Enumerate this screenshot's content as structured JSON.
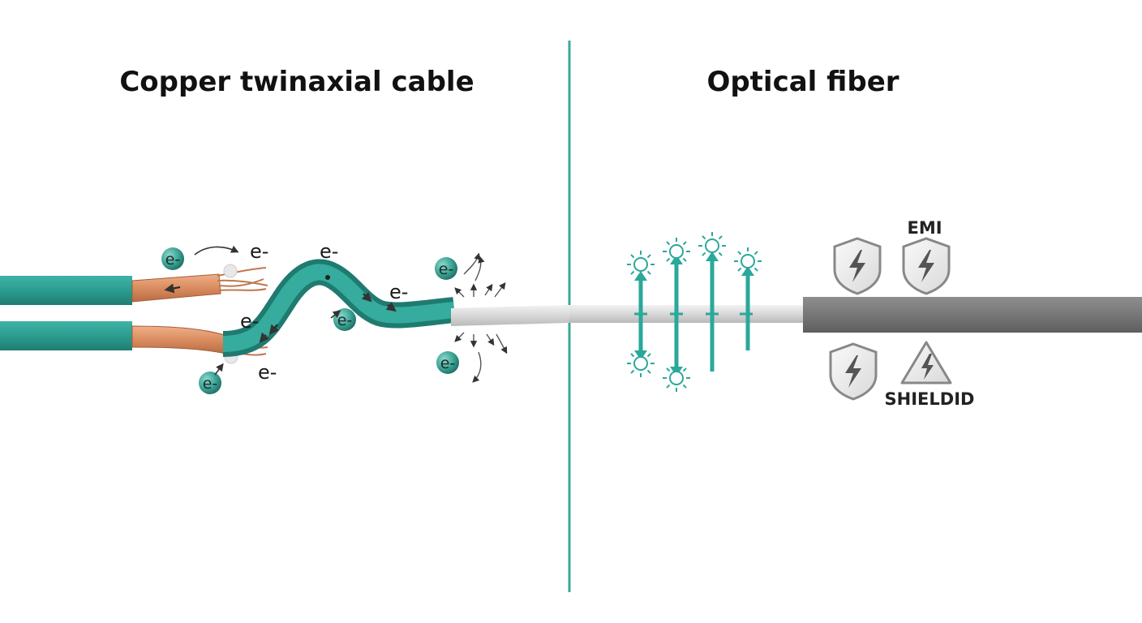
{
  "titles": {
    "left": "Copper twinaxial cable",
    "right": "Optical fiber"
  },
  "electron": {
    "ball_text": "e-",
    "free_text": "e-"
  },
  "labels": {
    "emi": "EMI",
    "shield": "SHIELDID"
  },
  "colors": {
    "teal": "#2a9d8f",
    "teal_dark": "#1f7a70",
    "copper": "#d98c5f",
    "divider": "#3aa89a",
    "fiber": "#d8d8d8",
    "jacket": "#777777",
    "shield": "#888888",
    "shield_fill": "#ececec"
  },
  "icons": [
    "electron-icon",
    "light-pulse-icon",
    "shield-icon",
    "lightning-bolt-icon",
    "warning-triangle-icon"
  ]
}
